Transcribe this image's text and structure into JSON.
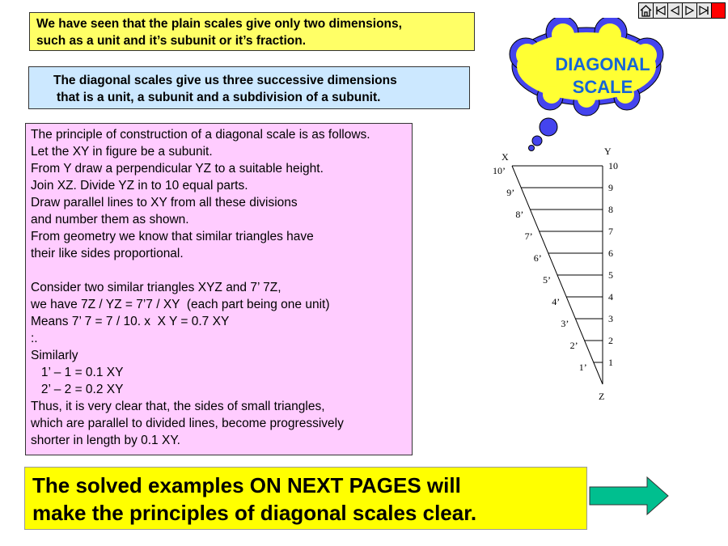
{
  "intro": {
    "lines": [
      "We have seen that the plain scales give only two dimensions,",
      "such as a unit and it’s subunit or it’s fraction."
    ]
  },
  "dims": {
    "lines": [
      "The diagonal scales give us three successive dimensions",
      "that is a unit, a subunit and a subdivision of a subunit."
    ]
  },
  "principle": {
    "lines": [
      "The principle of construction of a diagonal scale is as follows.",
      "Let the XY in figure be a subunit.",
      "From Y draw a perpendicular YZ to a suitable height.",
      "Join XZ. Divide YZ in to 10 equal parts.",
      "Draw parallel lines to XY from all these divisions",
      "and number them as shown.",
      "From geometry we know that similar triangles have",
      "their like sides proportional.",
      "",
      "Consider two similar triangles XYZ and 7’ 7Z,",
      "we have 7Z / YZ = 7’7 / XY  (each part being one unit)",
      "Means 7’ 7 = 7 / 10. x  X Y = 0.7 XY",
      ":.",
      "Similarly",
      "   1’ – 1 = 0.1 XY",
      "   2’ – 2 = 0.2 XY",
      "Thus, it is very clear that, the sides of small triangles,",
      "which are parallel to divided lines, become progressively",
      "shorter in length by 0.1 XY."
    ]
  },
  "cloud": {
    "title_line1": "DIAGONAL",
    "title_line2": "SCALE"
  },
  "figure": {
    "label_x": "X",
    "label_y": "Y",
    "label_z": "Z",
    "right_labels": [
      "10",
      "9",
      "8",
      "7",
      "6",
      "5",
      "4",
      "3",
      "2",
      "1"
    ],
    "left_labels": [
      "10’",
      "9’",
      "8’",
      "7’",
      "6’",
      "5’",
      "4’",
      "3’",
      "2’",
      "1’"
    ]
  },
  "conclusion": {
    "lines": [
      "The solved examples ON NEXT PAGES will",
      "make the principles of diagonal scales clear."
    ]
  },
  "nav": {
    "icons": [
      "home-icon",
      "first-slide-icon",
      "previous-slide-icon",
      "next-slide-icon",
      "last-slide-icon",
      "end-show-icon"
    ]
  },
  "colors": {
    "yellow_box": "#ffff66",
    "blue_box": "#cce8ff",
    "pink_box": "#ffccff",
    "conclusion_box": "#ffff00",
    "cloud_fill": "#4444ee",
    "cloud_text": "#1565d8",
    "arrow": "#00bf8f",
    "end_button": "#ff0000"
  }
}
